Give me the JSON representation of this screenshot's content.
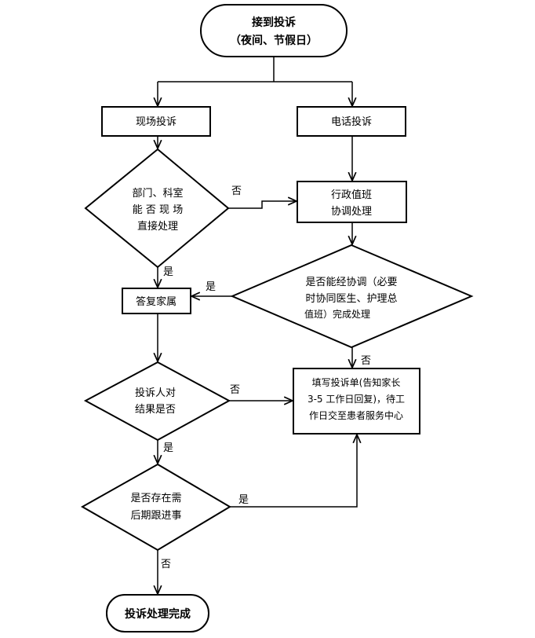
{
  "start_node": {
    "line1": "接到投诉",
    "line2": "（夜间、节假日）"
  },
  "onsite_box": "现场投诉",
  "phone_box": "电话投诉",
  "dept_decision": {
    "line1": "部门、科室",
    "line2": "能 否 现 场",
    "line3": "直接处理"
  },
  "admin_box": {
    "line1": "行政值班",
    "line2": "协调处理"
  },
  "reply_box": "答复家属",
  "coord_decision": {
    "line1": "是否能经协调（必要",
    "line2": "时协同医生、护理总",
    "line3": "值班）完成处理"
  },
  "fill_form_box": {
    "line1": "填写投诉单(告知家长",
    "line2": "3-5 工作日回复)，待工",
    "line3": "作日交至患者服务中心"
  },
  "satisfied_decision": {
    "line1": "投诉人对",
    "line2": "结果是否"
  },
  "followup_decision": {
    "line1": "是否存在需",
    "line2": "后期跟进事"
  },
  "end_node": "投诉处理完成",
  "edge_labels": {
    "dept_no": "否",
    "dept_yes": "是",
    "coord_yes": "是",
    "coord_no": "否",
    "satisfied_no": "否",
    "satisfied_yes": "是",
    "followup_yes": "是",
    "followup_no": "否"
  }
}
